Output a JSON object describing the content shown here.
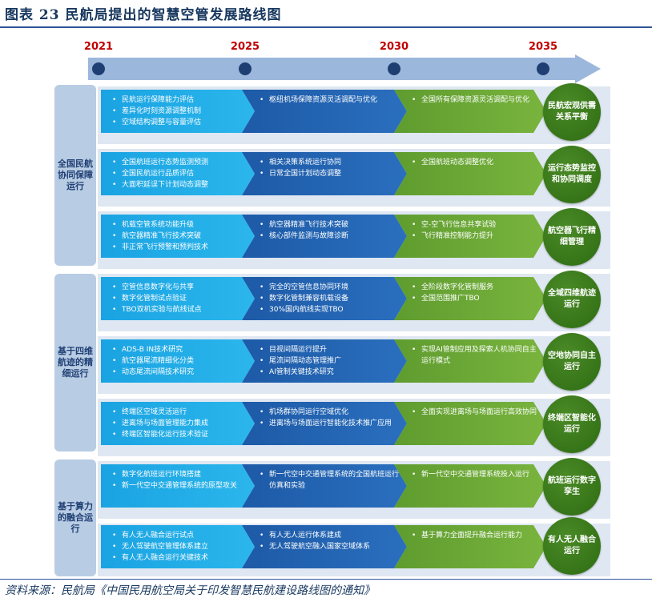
{
  "title": "图表 23   民航局提出的智慧空管发展路线图",
  "source": "资料来源：民航局《中国民用航空局关于印发智慧民航建设路线图的通知》",
  "timeline": {
    "years": [
      "2021",
      "2025",
      "2030",
      "2035"
    ]
  },
  "groups": [
    {
      "label": "全国民航协同保障运行",
      "rows": [
        {
          "p1": [
            "民航运行保障能力评估",
            "差异化时刻资源调整机制",
            "空域结构调整与容量评估"
          ],
          "p2": [
            "枢纽机场保障资源灵活调配与优化"
          ],
          "p3": [
            "全国所有保障资源灵活调配与优化"
          ],
          "goal": "民航宏观供需关系平衡"
        },
        {
          "p1": [
            "全国航班运行态势监测预测",
            "全国民航运行品质评估",
            "大面积延误下计划动态调整"
          ],
          "p2": [
            "相关决策系统运行协同",
            "日常全国计划动态调整"
          ],
          "p3": [
            "全国航班动态调整优化"
          ],
          "goal": "运行态势监控和协同调度"
        },
        {
          "p1": [
            "机载空管系统功能升级",
            "航空器精准飞行技术突破",
            "非正常飞行预警和预判技术"
          ],
          "p2": [
            "航空器精准飞行技术突破",
            "核心部件监测与故障诊断"
          ],
          "p3": [
            "空-空飞行信息共享试验",
            "飞行精准控制能力提升"
          ],
          "goal": "航空器飞行精细管理"
        }
      ]
    },
    {
      "label": "基于四维航迹的精细运行",
      "rows": [
        {
          "p1": [
            "空管信息数字化与共享",
            "数字化管制试点验证",
            "TBO双机实验与航线试点"
          ],
          "p2": [
            "完全的空管信息协同环境",
            "数字化管制兼容机载设备",
            "30%国内航线实现TBO"
          ],
          "p3": [
            "全阶段数字化管制服务",
            "全国范围推广TBO"
          ],
          "goal": "全域四维航迹运行"
        },
        {
          "p1": [
            "ADS-B IN技术研究",
            "航空器尾流精细化分类",
            "动态尾流间隔技术研究"
          ],
          "p2": [
            "目视间隔运行提升",
            "尾流间隔动态管理推广",
            "AI管制关键技术研究"
          ],
          "p3": [
            "实现AI管制应用及探索人机协同自主运行模式"
          ],
          "goal": "空地协同自主运行"
        },
        {
          "p1": [
            "终端区空域灵活运行",
            "进离场与场面管理能力集成",
            "终端区智能化运行技术验证"
          ],
          "p2": [
            "机场群协同运行空域优化",
            "进离场与场面运行智能化技术推广应用"
          ],
          "p3": [
            "全面实现进离场与场面运行高效协同"
          ],
          "goal": "终端区智能化运行"
        }
      ]
    },
    {
      "label": "基于算力的融合运行",
      "rows": [
        {
          "p1": [
            "数字化航班运行环境搭建",
            "新一代空中交通管理系统的原型攻关"
          ],
          "p2": [
            "新一代空中交通管理系统的全国航班运行仿真和实验"
          ],
          "p3": [
            "新一代空中交通管理系统投入运行"
          ],
          "goal": "航班运行数字孪生"
        },
        {
          "p1": [
            "有人无人融合运行试点",
            "无人驾驶航空管理体系建立",
            "有人无人融合运行关键技术"
          ],
          "p2": [
            "有人无人运行体系建成",
            "无人驾驶航空融入国家空域体系"
          ],
          "p3": [
            "基于算力全面提升融合运行能力"
          ],
          "goal": "有人无人融合运行"
        }
      ]
    }
  ]
}
